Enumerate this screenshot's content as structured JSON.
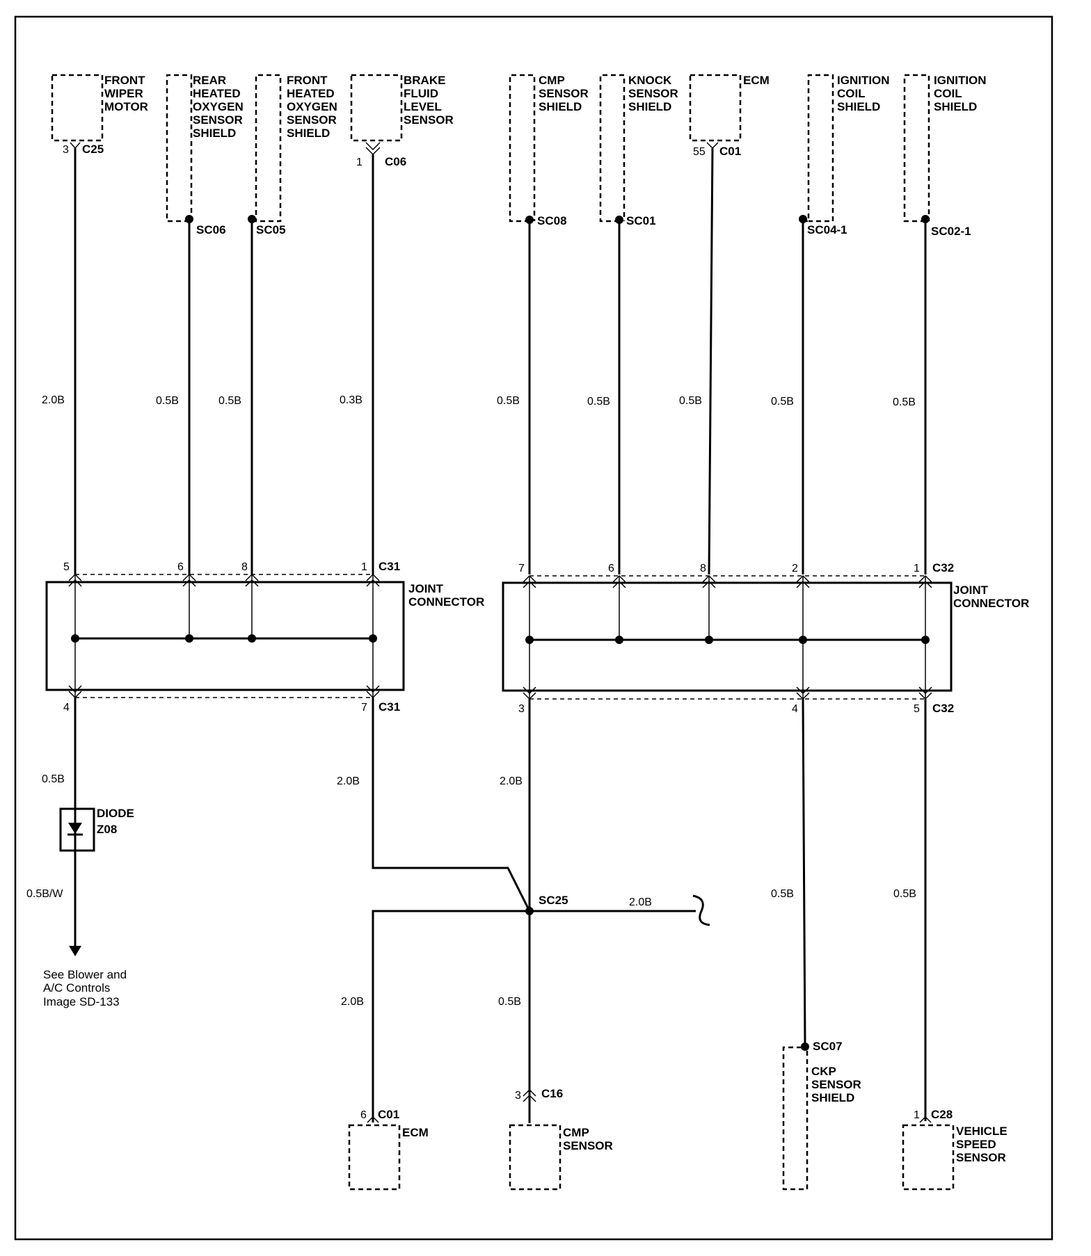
{
  "components": {
    "front_wiper_motor": [
      "FRONT",
      "WIPER",
      "MOTOR"
    ],
    "rear_ho2s_shield": [
      "REAR",
      "HEATED",
      "OXYGEN",
      "SENSOR",
      "SHIELD"
    ],
    "front_ho2s_shield": [
      "FRONT",
      "HEATED",
      "OXYGEN",
      "SENSOR",
      "SHIELD"
    ],
    "brake_fluid_sensor": [
      "BRAKE",
      "FLUID",
      "LEVEL",
      "SENSOR"
    ],
    "cmp_sensor_shield": [
      "CMP",
      "SENSOR",
      "SHIELD"
    ],
    "knock_sensor_shield": [
      "KNOCK",
      "SENSOR",
      "SHIELD"
    ],
    "ecm_top": [
      "ECM"
    ],
    "ignition_coil_shield_1": [
      "IGNITION",
      "COIL",
      "SHIELD"
    ],
    "ignition_coil_shield_2": [
      "IGNITION",
      "COIL",
      "SHIELD"
    ],
    "ecm_bottom": [
      "ECM"
    ],
    "cmp_sensor": [
      "CMP",
      "SENSOR"
    ],
    "ckp_sensor_shield": [
      "CKP",
      "SENSOR",
      "SHIELD"
    ],
    "vehicle_speed_sensor": [
      "VEHICLE",
      "SPEED",
      "SENSOR"
    ],
    "diode": [
      "DIODE",
      "Z08"
    ],
    "joint_connector_1": [
      "JOINT",
      "CONNECTOR"
    ],
    "joint_connector_2": [
      "JOINT",
      "CONNECTOR"
    ]
  },
  "connectors": {
    "c25": {
      "pin": "3",
      "id": "C25"
    },
    "c06": {
      "pin": "1",
      "id": "C06"
    },
    "c01_top": {
      "pin": "55",
      "id": "C01"
    },
    "c01_bottom": {
      "pin": "6",
      "id": "C01"
    },
    "c16": {
      "pin": "3",
      "id": "C16"
    },
    "c28": {
      "pin": "1",
      "id": "C28"
    },
    "c31": "C31",
    "c32": "C32"
  },
  "splices": {
    "sc06": "SC06",
    "sc05": "SC05",
    "sc08": "SC08",
    "sc01": "SC01",
    "sc04_1": "SC04-1",
    "sc02_1": "SC02-1",
    "sc25": "SC25",
    "sc07": "SC07"
  },
  "pins": {
    "c31_top": [
      "5",
      "6",
      "8",
      "1"
    ],
    "c31_bottom": [
      "4",
      "7"
    ],
    "c32_top": [
      "7",
      "6",
      "8",
      "2",
      "1"
    ],
    "c32_bottom": [
      "3",
      "4",
      "5"
    ]
  },
  "wires": {
    "w_wiper": "2.0B",
    "w_rear_ho2s": "0.5B",
    "w_front_ho2s": "0.5B",
    "w_brake": "0.3B",
    "w_cmp_shield": "0.5B",
    "w_knock": "0.5B",
    "w_ecm_top": "0.5B",
    "w_ign1": "0.5B",
    "w_ign2": "0.5B",
    "w_diode_in": "0.5B",
    "w_diode_out": "0.5B/W",
    "w_c31_7": "2.0B",
    "w_c32_3": "2.0B",
    "w_sc25_right": "2.0B",
    "w_ecm_bottom": "2.0B",
    "w_cmp_sensor": "0.5B",
    "w_ckp": "0.5B",
    "w_vss": "0.5B"
  },
  "reference_note": [
    "See Blower and",
    "A/C Controls",
    "Image SD-133"
  ]
}
